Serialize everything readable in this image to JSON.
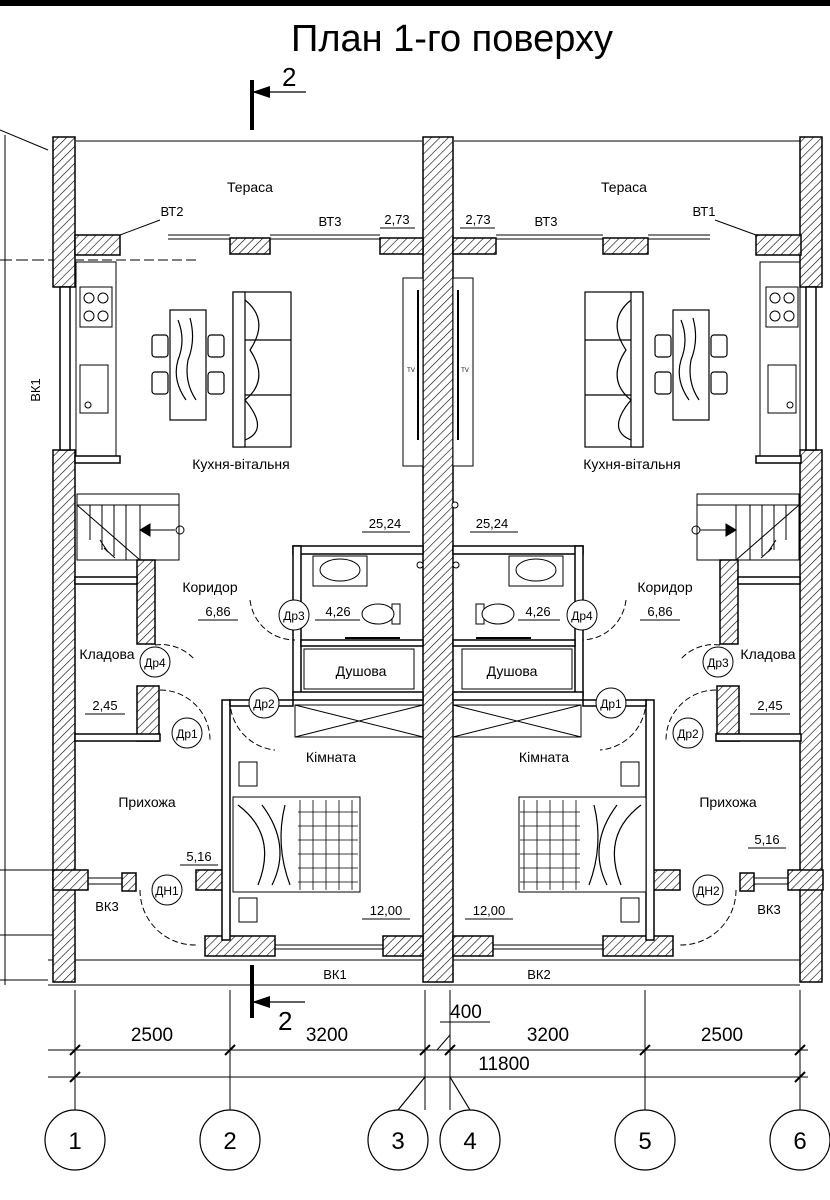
{
  "title": "План 1-го поверху",
  "section": {
    "top": "2",
    "bottom": "2"
  },
  "rooms": {
    "terrace_left": "Тераса",
    "terrace_right": "Тераса",
    "kitchen_left": "Кухня-вітальня",
    "kitchen_right": "Кухня-вітальня",
    "corridor_left": "Коридор",
    "corridor_right": "Коридор",
    "storage_left": "Кладова",
    "storage_right": "Кладова",
    "shower_left": "Душова",
    "shower_right": "Душова",
    "room_left": "Кімната",
    "room_right": "Кімната",
    "hall_left": "Прихожа",
    "hall_right": "Прихожа"
  },
  "areas": {
    "terrace_left": "2,73",
    "terrace_right": "2,73",
    "kitchen_left": "25,24",
    "kitchen_right": "25,24",
    "corridor_left": "6,86",
    "corridor_right": "6,86",
    "bath_left": "4,26",
    "bath_right": "4,26",
    "storage_left": "2,45",
    "storage_right": "2,45",
    "hall_left": "5,16",
    "hall_right": "5,16",
    "room_left": "12,00",
    "room_right": "12,00"
  },
  "windows": {
    "vt2": "ВТ2",
    "vt3_left": "ВТ3",
    "vt3_right": "ВТ3",
    "vt1": "ВТ1",
    "vk1_side": "ВК1",
    "vk3_left": "ВК3",
    "vk3_right": "ВК3",
    "vk1_bottom": "ВК1",
    "vk2_bottom": "ВК2"
  },
  "doors": {
    "dr1_left": "Др1",
    "dr2_left": "Др2",
    "dr3_left": "Др3",
    "dr4_left": "Др4",
    "dn1": "ДН1",
    "dr1_right": "Др1",
    "dr2_right": "Др2",
    "dr3_right": "Др3",
    "dr4_right": "Др4",
    "dn2": "ДН2"
  },
  "fixtures": {
    "tv": "TV"
  },
  "dimensions": {
    "d1": "2500",
    "d2": "3200",
    "d3": "400",
    "d4": "3200",
    "d5": "2500",
    "total": "11800"
  },
  "axes": [
    "1",
    "2",
    "3",
    "4",
    "5",
    "6"
  ]
}
